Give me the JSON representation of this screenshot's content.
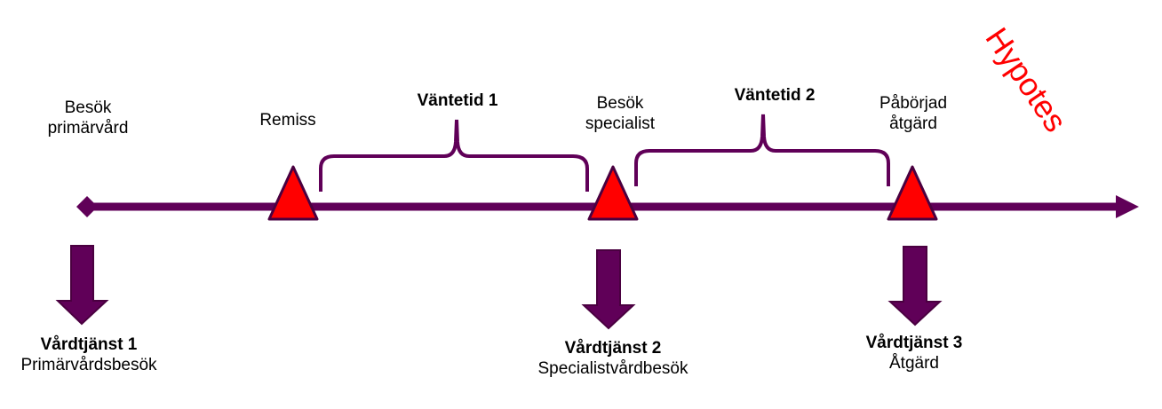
{
  "colors": {
    "timeline": "#600058",
    "marker": "#ff0000",
    "hypothesis": "#ff0000"
  },
  "events": [
    {
      "label": "Besök primärvård",
      "line1": "Besök",
      "line2": "primärvård",
      "marker": "diamond"
    },
    {
      "label": "Remiss",
      "marker": "triangle"
    },
    {
      "line1": "Besök",
      "line2": "specialist",
      "marker": "triangle"
    },
    {
      "line1": "Påbörjad",
      "line2": "åtgärd",
      "marker": "triangle"
    }
  ],
  "waits": [
    {
      "label": "Väntetid 1"
    },
    {
      "label": "Väntetid 2"
    }
  ],
  "services": [
    {
      "title": "Vårdtjänst 1",
      "subtitle": "Primärvårdsbesök"
    },
    {
      "title": "Vårdtjänst 2",
      "subtitle": "Specialistvårdbesök"
    },
    {
      "title": "Vårdtjänst 3",
      "subtitle": "Åtgärd"
    }
  ],
  "stamp": "Hypotes"
}
